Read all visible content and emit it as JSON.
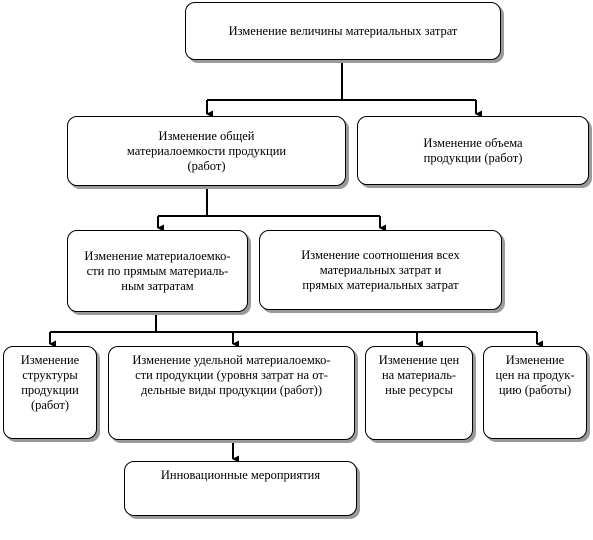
{
  "diagram": {
    "root": "Изменение величины материальных затрат",
    "level1": {
      "left": "Изменение общей\nматериалоемкости  продукции\n(работ)",
      "right": "Изменение объема\nпродукции (работ)"
    },
    "level2": {
      "left": "Изменение материалоемко-\nсти по прямым материаль-\nным затратам",
      "right": "Изменение соотношения всех\nматериальных затрат и\nпрямых материальных затрат"
    },
    "level3": [
      "Изменение\nструктуры\nпродукции\n(работ)",
      "Изменение удельной материалоемко-\nсти продукции (уровня затрат на от-\nдельные виды продукции (работ))",
      "Изменение цен\nна материаль-\nные ресурсы",
      "Изменение\nцен на продук-\nцию (работы)"
    ],
    "level4": "Инновационные мероприятия"
  },
  "colors": {
    "stroke": "#000000",
    "shadow": "#9a9a9a",
    "background": "#ffffff"
  }
}
